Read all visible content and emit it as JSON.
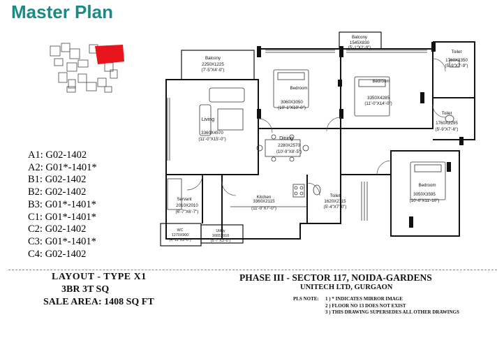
{
  "page": {
    "title": "Master Plan"
  },
  "unit_list": [
    "A1: G02-1402",
    "A2: G01*-1401*",
    "B1: G02-1402",
    "B2: G02-1402",
    "B3: G01*-1401*",
    "C1: G01*-1401*",
    "C2: G02-1402",
    "C3: G01*-1401*",
    "C4: G02-1402"
  ],
  "rooms": {
    "balcony_left": {
      "name": "Balcony",
      "dim_mm": "2250X1225",
      "dim_ft": "(7'-5\"X4'-0\")"
    },
    "balcony_top": {
      "name": "Balcony",
      "dim_mm": "1545X830",
      "dim_ft": "(5'-1\"X2'-9\")"
    },
    "living": {
      "name": "Living",
      "dim_mm": "3360X4570",
      "dim_ft": "(11'-0\"X15'-0\")"
    },
    "bedroom1": {
      "name": "Bedroom",
      "dim_mm": "3060X3050",
      "dim_ft": "(10'-1\"X10'-0\")"
    },
    "bedroom2": {
      "name": "Bedroom",
      "dim_mm": "3350X4285",
      "dim_ft": "(11'-0\"X14'-0\")"
    },
    "toilet1": {
      "name": "Toilet",
      "dim_mm": "1760X2350",
      "dim_ft": "(5'-9\"X7'-9\")"
    },
    "toilet2": {
      "name": "Toilet",
      "dim_mm": "1760X2295",
      "dim_ft": "(5'-9\"X7'-6\")"
    },
    "dining": {
      "name": "Dining",
      "dim_mm": "2280X2570",
      "dim_ft": "(10'-9\"X8'-5\")"
    },
    "bedroom3": {
      "name": "Bedroom",
      "dim_mm": "3050X3595",
      "dim_ft": "(10'-0\"X11'-10\")"
    },
    "servant": {
      "name": "Servant",
      "dim_mm": "2010X2010",
      "dim_ft": "(6'-7\"X6'-7\")"
    },
    "kitchen": {
      "name": "Kitchen",
      "dim_mm": "3360X2115",
      "dim_ft": "(11'-0\"X7'-0\")"
    },
    "toilet3": {
      "name": "Toilet",
      "dim_mm": "1620X2115",
      "dim_ft": "(5'-4\"X7'-0\")"
    },
    "wc": {
      "name": "WC",
      "dim_mm": "1270X900",
      "dim_ft": "(4'-11\"X3'-0\")"
    },
    "utility": {
      "name": "Utility",
      "dim_mm": "1665X910",
      "dim_ft": "(5'-7\"X3'-0\")"
    }
  },
  "layout_info": {
    "type": "LAYOUT - TYPE X1",
    "config": "3BR 3T SQ",
    "sale_area": "SALE AREA:  1408  SQ FT"
  },
  "project": {
    "phase": "PHASE III - SECTOR 117, NOIDA-GARDENS",
    "company": "UNITECH  LTD, GURGAON"
  },
  "notes": {
    "label": "PLS NOTE:",
    "items": [
      "1 ) *   INDICATES MIRROR IMAGE",
      "2 ) FLOOR NO 13 DOES NOT EXIST",
      "3 ) THIS DRAWING SUPERSEDES  ALL OTHER DRAWINGS"
    ]
  },
  "colors": {
    "title": "#1a8a84",
    "highlight": "#e8141c",
    "wall": "#111111"
  }
}
